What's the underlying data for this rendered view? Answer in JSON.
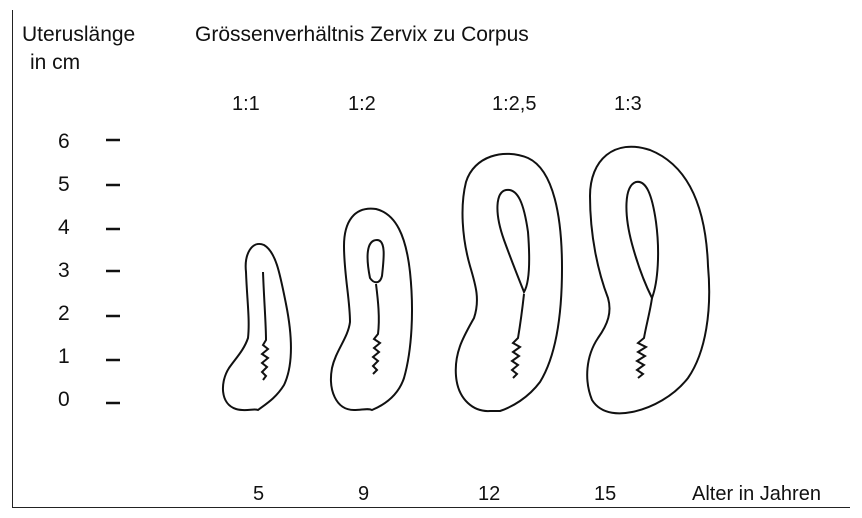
{
  "y_axis": {
    "title_line1": "Uteruslänge",
    "title_line2": "in cm",
    "ticks": [
      "6",
      "5",
      "4",
      "3",
      "2",
      "1",
      "0"
    ]
  },
  "header": {
    "title": "Grössenverhältnis Zervix zu Corpus"
  },
  "ratios": [
    "1:1",
    "1:2",
    "1:2,5",
    "1:3"
  ],
  "ages": [
    "5",
    "9",
    "12",
    "15"
  ],
  "x_axis_label": "Alter in Jahren"
}
